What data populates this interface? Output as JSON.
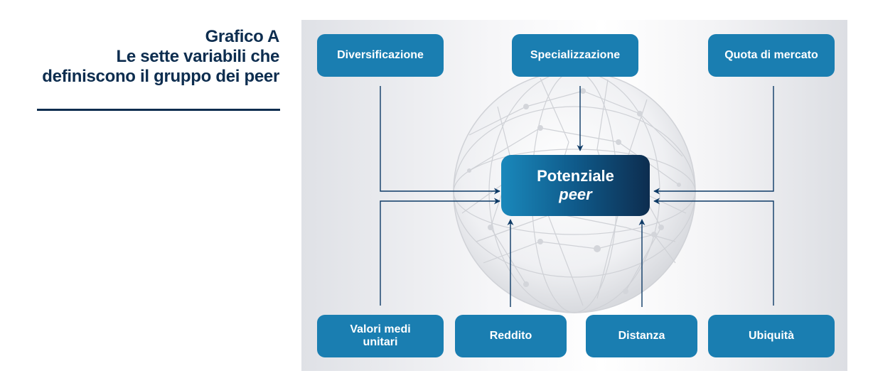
{
  "title": {
    "line1": "Grafico A",
    "line2": "Le sette variabili che",
    "line3": "definiscono il gruppo dei peer"
  },
  "center": {
    "line1": "Potenziale",
    "line2": "peer"
  },
  "nodes": {
    "diversificazione": "Diversificazione",
    "specializzazione": "Specializzazione",
    "quota_di_mercato": "Quota di mercato",
    "valori_medi_unitari": "Valori medi unitari",
    "reddito": "Reddito",
    "distanza": "Distanza",
    "ubiquita": "Ubiquità"
  },
  "colors": {
    "title": "#0d2d4f",
    "box": "#1a7eb1",
    "arrow": "#0d3a66",
    "center_dark": "#0d2d4f"
  }
}
